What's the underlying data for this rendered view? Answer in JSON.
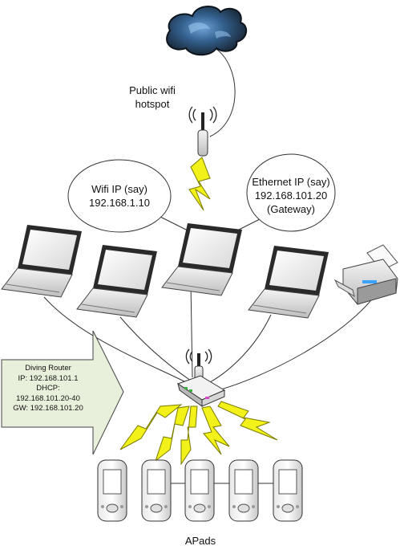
{
  "internet": {
    "icon": "cloud-icon",
    "colors": {
      "cloud_dark": "#1b2a3a",
      "cloud_light": "#4a7ab0",
      "cloud_highlight": "#6fa3d6"
    }
  },
  "hotspot": {
    "label": "Public wifi hotspot",
    "icon": "access-point-icon"
  },
  "wifi_ip_bubble": {
    "line1": "Wifi IP (say)",
    "line2": "192.168.1.10"
  },
  "ethernet_ip_bubble": {
    "line1": "Ethernet IP (say)",
    "line2": "192.168.101.20",
    "line3": "(Gateway)"
  },
  "devices": {
    "laptop_icon": "laptop-icon",
    "printer_icon": "printer-icon",
    "router_icon": "router-icon",
    "pda_icon": "pda-icon"
  },
  "router_callout": {
    "line1": "Diving Router",
    "line2": "IP: 192.168.101.1",
    "line3": "DHCP:",
    "line4": "192.168.101.20-40",
    "line5": "GW: 192.168.101.20",
    "fill": "#e8f0dc"
  },
  "apads_label": "APads",
  "colors": {
    "lightning": "#f2f21a",
    "lightning_outline": "#7a7a00",
    "wire": "#333333"
  }
}
